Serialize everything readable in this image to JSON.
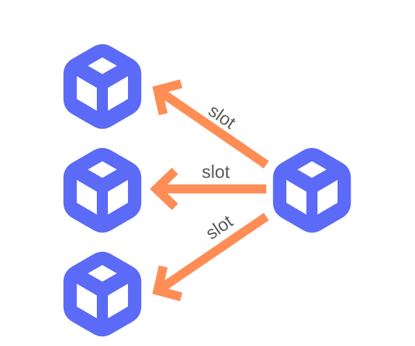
{
  "colors": {
    "node": "#5b6bf7",
    "face": "#ffffff",
    "arrow": "#ff8d55",
    "label": "#5a5a5a"
  },
  "nodes": [
    {
      "name": "cube-node-top",
      "icon": "cube-icon"
    },
    {
      "name": "cube-node-middle",
      "icon": "cube-icon"
    },
    {
      "name": "cube-node-bottom",
      "icon": "cube-icon"
    },
    {
      "name": "cube-node-source",
      "icon": "cube-icon"
    }
  ],
  "edges": [
    {
      "from": "cube-node-source",
      "to": "cube-node-top",
      "label": "slot"
    },
    {
      "from": "cube-node-source",
      "to": "cube-node-middle",
      "label": "slot"
    },
    {
      "from": "cube-node-source",
      "to": "cube-node-bottom",
      "label": "slot"
    }
  ]
}
